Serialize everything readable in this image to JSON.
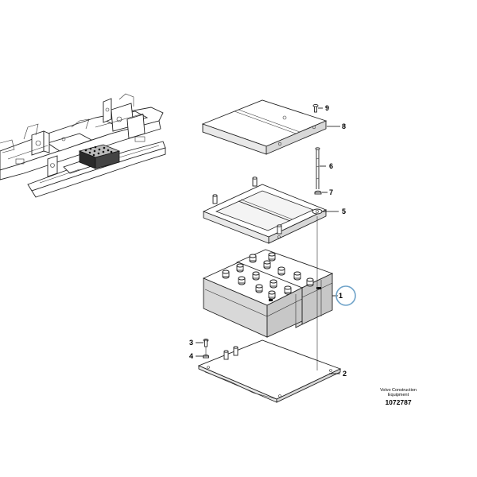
{
  "callouts": {
    "c1": "1",
    "c2": "2",
    "c3": "3",
    "c4": "4",
    "c5": "5",
    "c6": "6",
    "c7": "7",
    "c8": "8",
    "c9": "9"
  },
  "caption": {
    "line1": "Volvo Construction",
    "line2": "Equipment",
    "code": "1072787"
  },
  "colors": {
    "highlight_circle": "#6fa3c9",
    "line": "#222222"
  }
}
